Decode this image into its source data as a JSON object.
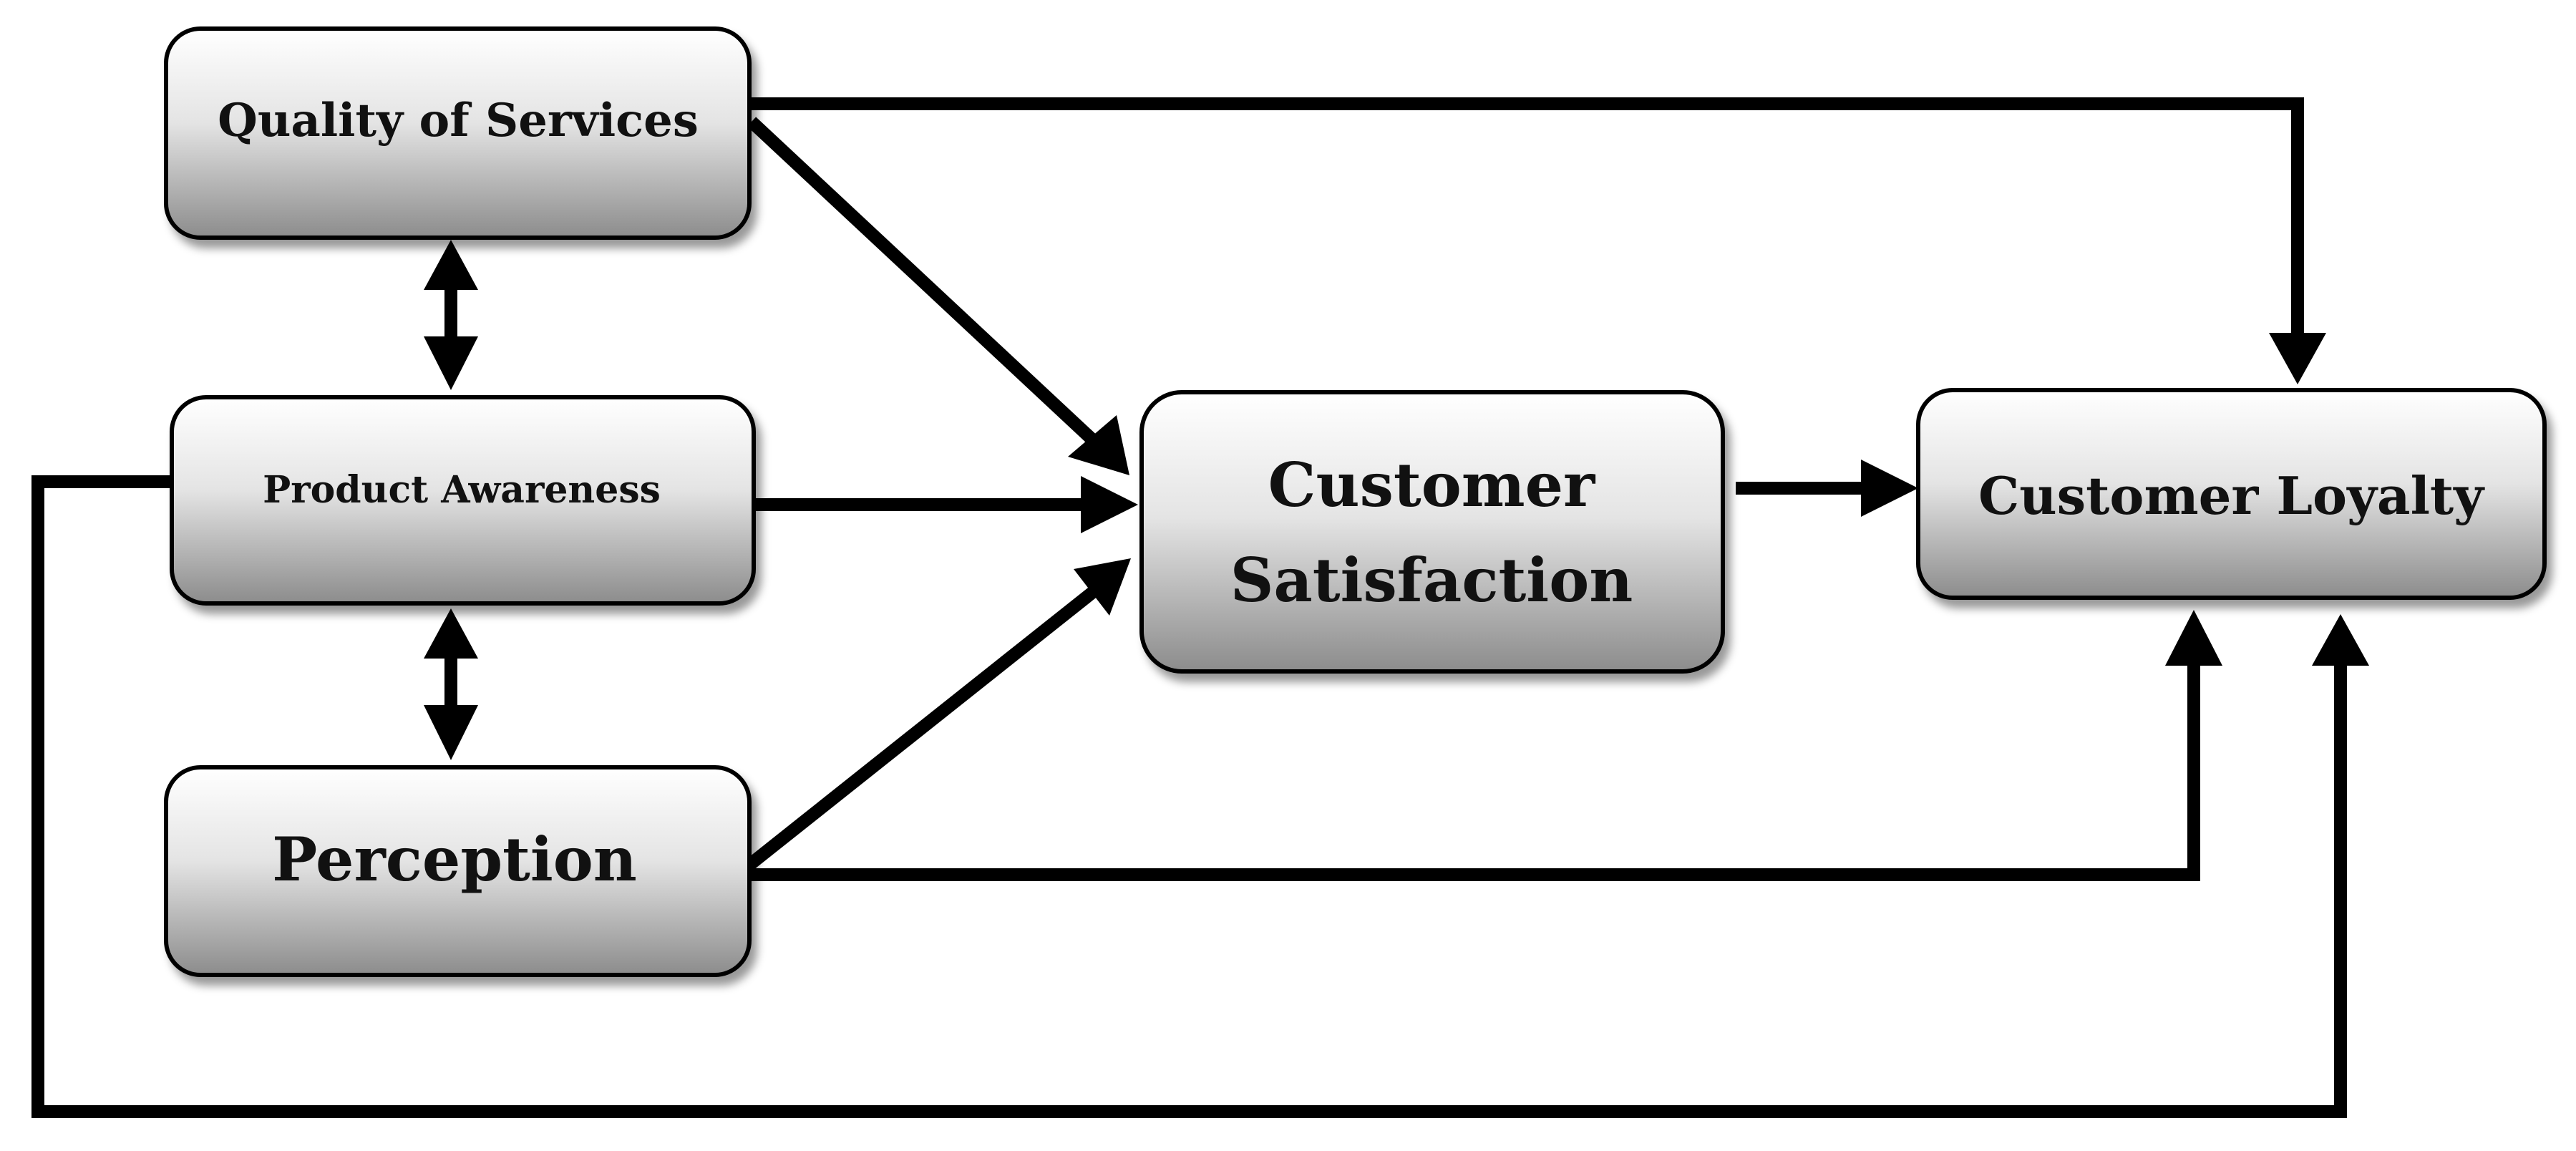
{
  "nodes": {
    "quality": "Quality of Services",
    "awareness": "Product Awareness",
    "perception": "Perception",
    "satisfaction_line1": "Customer",
    "satisfaction_line2": "Satisfaction",
    "loyalty": "Customer Loyalty"
  },
  "edges": [
    {
      "from": "Quality of Services",
      "to": "Customer Satisfaction"
    },
    {
      "from": "Product Awareness",
      "to": "Customer Satisfaction"
    },
    {
      "from": "Perception",
      "to": "Customer Satisfaction"
    },
    {
      "from": "Customer Satisfaction",
      "to": "Customer Loyalty"
    },
    {
      "from": "Quality of Services",
      "to": "Customer Loyalty"
    },
    {
      "from": "Perception",
      "to": "Customer Loyalty"
    },
    {
      "from": "Product Awareness",
      "to": "Customer Loyalty"
    },
    {
      "from": "Quality of Services",
      "to": "Product Awareness",
      "bidirectional": true
    },
    {
      "from": "Product Awareness",
      "to": "Perception",
      "bidirectional": true
    }
  ]
}
